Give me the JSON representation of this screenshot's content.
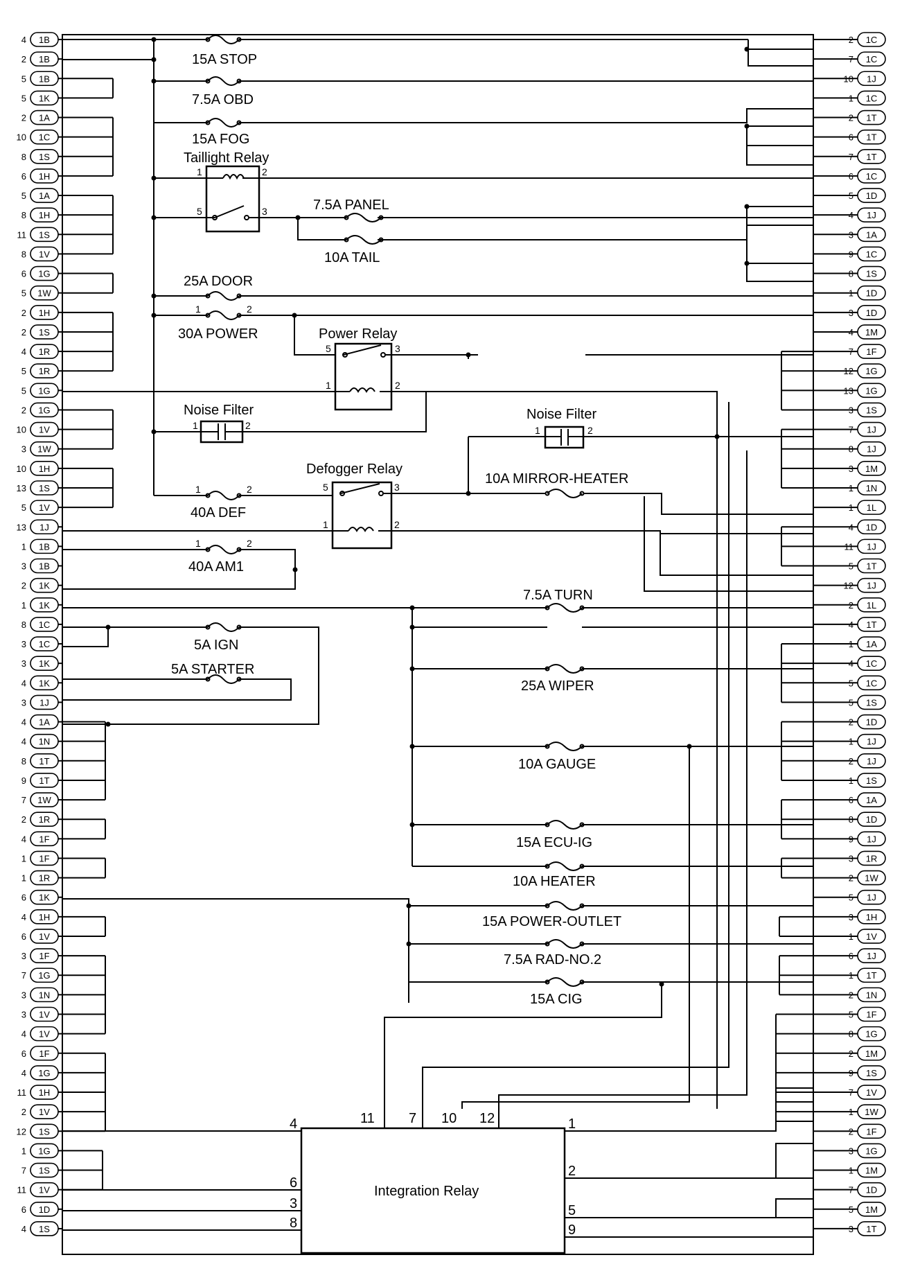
{
  "left_pins": [
    [
      "4",
      "1B"
    ],
    [
      "2",
      "1B"
    ],
    [
      "5",
      "1B"
    ],
    [
      "5",
      "1K"
    ],
    [
      "2",
      "1A"
    ],
    [
      "10",
      "1C"
    ],
    [
      "8",
      "1S"
    ],
    [
      "6",
      "1H"
    ],
    [
      "5",
      "1A"
    ],
    [
      "8",
      "1H"
    ],
    [
      "11",
      "1S"
    ],
    [
      "8",
      "1V"
    ],
    [
      "6",
      "1G"
    ],
    [
      "5",
      "1W"
    ],
    [
      "2",
      "1H"
    ],
    [
      "2",
      "1S"
    ],
    [
      "4",
      "1R"
    ],
    [
      "5",
      "1R"
    ],
    [
      "5",
      "1G"
    ],
    [
      "2",
      "1G"
    ],
    [
      "10",
      "1V"
    ],
    [
      "3",
      "1W"
    ],
    [
      "10",
      "1H"
    ],
    [
      "13",
      "1S"
    ],
    [
      "5",
      "1V"
    ],
    [
      "13",
      "1J"
    ],
    [
      "1",
      "1B"
    ],
    [
      "3",
      "1B"
    ],
    [
      "2",
      "1K"
    ],
    [
      "1",
      "1K"
    ],
    [
      "8",
      "1C"
    ],
    [
      "3",
      "1C"
    ],
    [
      "3",
      "1K"
    ],
    [
      "4",
      "1K"
    ],
    [
      "3",
      "1J"
    ],
    [
      "4",
      "1A"
    ],
    [
      "4",
      "1N"
    ],
    [
      "8",
      "1T"
    ],
    [
      "9",
      "1T"
    ],
    [
      "7",
      "1W"
    ],
    [
      "2",
      "1R"
    ],
    [
      "4",
      "1F"
    ],
    [
      "1",
      "1F"
    ],
    [
      "1",
      "1R"
    ],
    [
      "6",
      "1K"
    ],
    [
      "4",
      "1H"
    ],
    [
      "6",
      "1V"
    ],
    [
      "3",
      "1F"
    ],
    [
      "7",
      "1G"
    ],
    [
      "3",
      "1N"
    ],
    [
      "3",
      "1V"
    ],
    [
      "4",
      "1V"
    ],
    [
      "6",
      "1F"
    ],
    [
      "4",
      "1G"
    ],
    [
      "11",
      "1H"
    ],
    [
      "2",
      "1V"
    ],
    [
      "12",
      "1S"
    ],
    [
      "1",
      "1G"
    ],
    [
      "7",
      "1S"
    ],
    [
      "11",
      "1V"
    ],
    [
      "6",
      "1D"
    ],
    [
      "4",
      "1S"
    ]
  ],
  "right_pins": [
    [
      "2",
      "1C"
    ],
    [
      "7",
      "1C"
    ],
    [
      "10",
      "1J"
    ],
    [
      "1",
      "1C"
    ],
    [
      "2",
      "1T"
    ],
    [
      "6",
      "1T"
    ],
    [
      "7",
      "1T"
    ],
    [
      "6",
      "1C"
    ],
    [
      "5",
      "1D"
    ],
    [
      "4",
      "1J"
    ],
    [
      "3",
      "1A"
    ],
    [
      "9",
      "1C"
    ],
    [
      "8",
      "1S"
    ],
    [
      "1",
      "1D"
    ],
    [
      "3",
      "1D"
    ],
    [
      "4",
      "1M"
    ],
    [
      "7",
      "1F"
    ],
    [
      "12",
      "1G"
    ],
    [
      "13",
      "1G"
    ],
    [
      "3",
      "1S"
    ],
    [
      "7",
      "1J"
    ],
    [
      "8",
      "1J"
    ],
    [
      "3",
      "1M"
    ],
    [
      "1",
      "1N"
    ],
    [
      "1",
      "1L"
    ],
    [
      "4",
      "1D"
    ],
    [
      "11",
      "1J"
    ],
    [
      "5",
      "1T"
    ],
    [
      "12",
      "1J"
    ],
    [
      "2",
      "1L"
    ],
    [
      "4",
      "1T"
    ],
    [
      "1",
      "1A"
    ],
    [
      "4",
      "1C"
    ],
    [
      "5",
      "1C"
    ],
    [
      "5",
      "1S"
    ],
    [
      "2",
      "1D"
    ],
    [
      "1",
      "1J"
    ],
    [
      "2",
      "1J"
    ],
    [
      "1",
      "1S"
    ],
    [
      "6",
      "1A"
    ],
    [
      "8",
      "1D"
    ],
    [
      "9",
      "1J"
    ],
    [
      "3",
      "1R"
    ],
    [
      "2",
      "1W"
    ],
    [
      "5",
      "1J"
    ],
    [
      "3",
      "1H"
    ],
    [
      "1",
      "1V"
    ],
    [
      "6",
      "1J"
    ],
    [
      "1",
      "1T"
    ],
    [
      "2",
      "1N"
    ],
    [
      "5",
      "1F"
    ],
    [
      "8",
      "1G"
    ],
    [
      "2",
      "1M"
    ],
    [
      "9",
      "1S"
    ],
    [
      "7",
      "1V"
    ],
    [
      "1",
      "1W"
    ],
    [
      "2",
      "1F"
    ],
    [
      "3",
      "1G"
    ],
    [
      "1",
      "1M"
    ],
    [
      "7",
      "1D"
    ],
    [
      "5",
      "1M"
    ],
    [
      "3",
      "1T"
    ]
  ],
  "fuses": {
    "stop": "15A STOP",
    "obd": "7.5A OBD",
    "fog": "15A FOG",
    "panel": "7.5A PANEL",
    "tail": "10A TAIL",
    "door": "25A DOOR",
    "power": "30A POWER",
    "def": "40A DEF",
    "am1": "40A AM1",
    "ign": "5A IGN",
    "starter": "5A STARTER",
    "mirror": "10A MIRROR-HEATER",
    "turn": "7.5A TURN",
    "wiper": "25A WIPER",
    "gauge": "10A GAUGE",
    "ecu": "15A ECU-IG",
    "heater": "10A HEATER",
    "outlet": "15A POWER-OUTLET",
    "rad": "7.5A RAD-NO.2",
    "cig": "15A CIG"
  },
  "components": {
    "taillight_relay": "Taillight Relay",
    "power_relay": "Power Relay",
    "noise_filter_1": "Noise Filter",
    "noise_filter_2": "Noise Filter",
    "defogger_relay": "Defogger Relay",
    "integration_relay": "Integration Relay"
  },
  "pin_numbers": {
    "tail_1": "1",
    "tail_2": "2",
    "tail_5": "5",
    "tail_3": "3",
    "power_fuse_1": "1",
    "power_fuse_2": "2",
    "prelay_5": "5",
    "prelay_3": "3",
    "prelay_1": "1",
    "prelay_2": "2",
    "nf1_1": "1",
    "nf1_2": "2",
    "nf2_1": "1",
    "nf2_2": "2",
    "def_fuse_1": "1",
    "def_fuse_2": "2",
    "drelay_5": "5",
    "drelay_3": "3",
    "drelay_1": "1",
    "drelay_2": "2",
    "am1_1": "1",
    "am1_2": "2",
    "ir_11": "11",
    "ir_7": "7",
    "ir_10": "10",
    "ir_12": "12",
    "ir_4": "4",
    "ir_6": "6",
    "ir_3": "3",
    "ir_8": "8",
    "ir_1": "1",
    "ir_2": "2",
    "ir_5": "5",
    "ir_9": "9"
  }
}
